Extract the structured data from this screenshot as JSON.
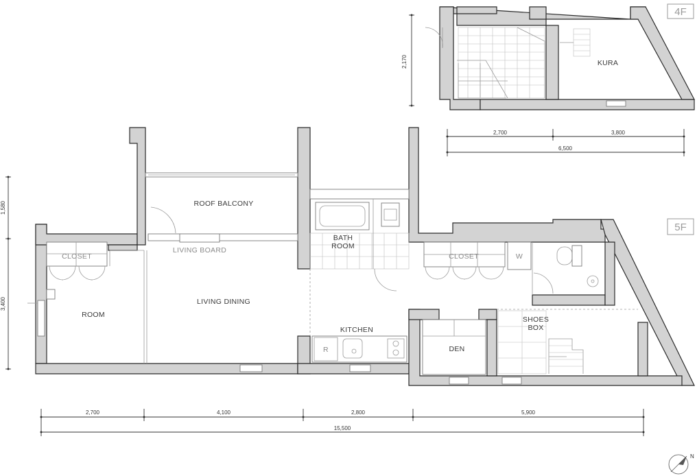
{
  "floors": {
    "upper": "4F",
    "lower": "5F"
  },
  "rooms_5f": {
    "closet_left": "CLOSET",
    "room": "ROOM",
    "roof_balcony": "ROOF BALCONY",
    "living_board": "LIVING BOARD",
    "living_dining": "LIVING DINING",
    "bath_room_1": "BATH",
    "bath_room_2": "ROOM",
    "kitchen": "KITCHEN",
    "refrigerator": "R",
    "closet_right": "CLOSET",
    "washer": "W",
    "shoes_box_1": "SHOES",
    "shoes_box_2": "BOX",
    "den": "DEN"
  },
  "rooms_4f": {
    "kura": "KURA"
  },
  "dimensions_4f": {
    "height": "2,170",
    "segments": [
      "2,700",
      "3,800"
    ],
    "total": "6,500"
  },
  "dimensions_5f": {
    "heights": [
      "1,580",
      "3,400"
    ],
    "segments": [
      "2,700",
      "4,100",
      "2,800",
      "5,900"
    ],
    "total": "15,500"
  },
  "north": "N"
}
